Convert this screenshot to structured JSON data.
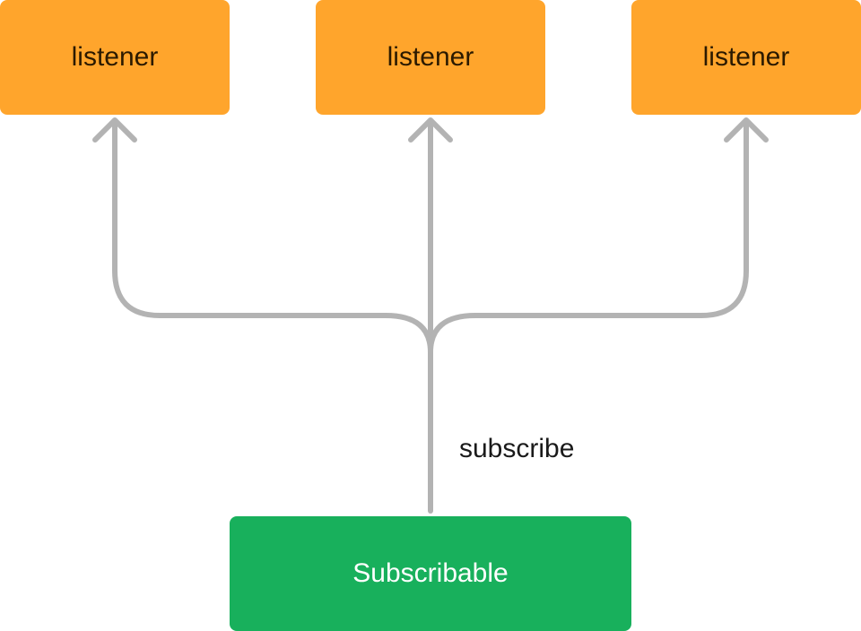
{
  "diagram": {
    "listeners": [
      {
        "label": "listener"
      },
      {
        "label": "listener"
      },
      {
        "label": "listener"
      }
    ],
    "source": {
      "label": "Subscribable"
    },
    "edge_label": "subscribe",
    "colors": {
      "listener_fill": "#ffa52c",
      "source_fill": "#18b05c",
      "connector": "#b3b3b3"
    }
  }
}
